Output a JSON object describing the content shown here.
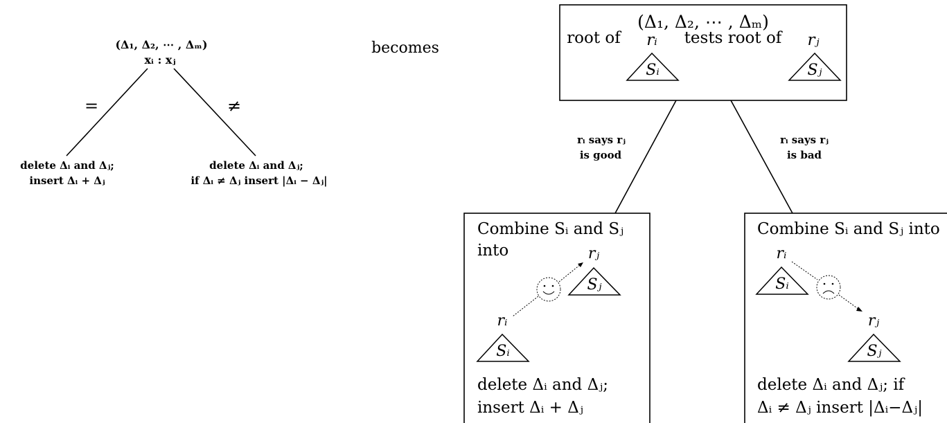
{
  "left_tree": {
    "top_line1": "(Δ₁, Δ₂, ⋯ , Δₘ)",
    "top_line2": "xᵢ : xⱼ",
    "edge_left": "=",
    "edge_right": "≠",
    "leaf_left_line1": "delete Δᵢ and Δⱼ;",
    "leaf_left_line2": "insert Δᵢ + Δⱼ",
    "leaf_right_line1": "delete Δᵢ and Δⱼ;",
    "leaf_right_line2": "if Δᵢ ≠ Δⱼ insert |Δᵢ − Δⱼ|"
  },
  "becomes": "becomes",
  "right_tree": {
    "root": {
      "tuple": "(Δ₁, Δ₂, ⋯ , Δₘ)",
      "root_of_1": "root of",
      "ri": "rᵢ",
      "tests_root_of": "tests root of",
      "rj": "rⱼ",
      "si": "Sᵢ",
      "sj": "Sⱼ"
    },
    "edge_left_line1": "rᵢ says rⱼ",
    "edge_left_line2": "is good",
    "edge_right_line1": "rᵢ says rⱼ",
    "edge_right_line2": "is bad",
    "good_box": {
      "line1": "Combine Sᵢ and Sⱼ",
      "line2": "into",
      "rj": "rⱼ",
      "sj": "Sⱼ",
      "ri": "rᵢ",
      "si": "Sᵢ",
      "footer1": "delete Δᵢ and Δⱼ;",
      "footer2": "insert Δᵢ + Δⱼ"
    },
    "bad_box": {
      "line1": "Combine Sᵢ and Sⱼ into",
      "ri": "rᵢ",
      "si": "Sᵢ",
      "rj": "rⱼ",
      "sj": "Sⱼ",
      "footer1": "delete Δᵢ and Δⱼ; if",
      "footer2": "Δᵢ ≠ Δⱼ insert |Δᵢ−Δⱼ|"
    }
  }
}
